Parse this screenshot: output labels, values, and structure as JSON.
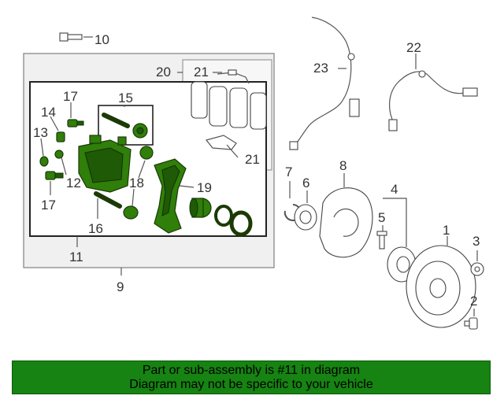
{
  "callouts": {
    "c1": "1",
    "c2": "2",
    "c3": "3",
    "c4": "4",
    "c5": "5",
    "c6": "6",
    "c7": "7",
    "c8": "8",
    "c9": "9",
    "c10": "10",
    "c11": "11",
    "c12": "12",
    "c13": "13",
    "c14": "14",
    "c15": "15",
    "c16": "16",
    "c17a": "17",
    "c17b": "17",
    "c18": "18",
    "c19": "19",
    "c20": "20",
    "c21a": "21",
    "c21b": "21",
    "c22": "22",
    "c23": "23"
  },
  "banner": {
    "line1": "Part or sub-assembly is #11 in diagram",
    "line2": "Diagram may not be specific to your vehicle"
  },
  "colors": {
    "highlight": "#2f7f0a",
    "banner_bg": "#168312",
    "group_box": "#f0f0f0"
  }
}
